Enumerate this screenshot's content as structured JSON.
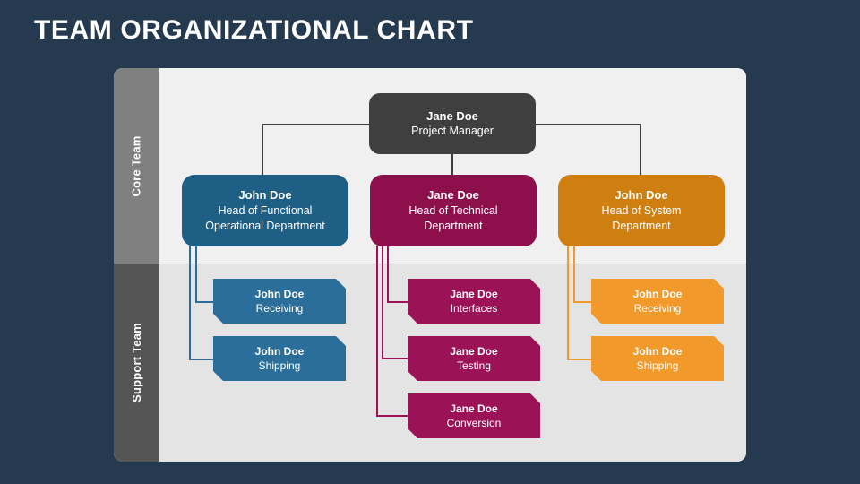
{
  "title": "TEAM ORGANIZATIONAL CHART",
  "colors": {
    "background": "#25394f",
    "panel_core": "#f0f0f0",
    "panel_support": "#e4e4e4",
    "rail_core": "#808080",
    "rail_support": "#555555",
    "top_node": "#3f3f3f",
    "blue": "#1f5f85",
    "blue_sub": "#2a6e99",
    "maroon": "#8d0f4b",
    "maroon_sub": "#9c1257",
    "orange": "#cf7f10",
    "orange_sub": "#f2992b"
  },
  "bands": [
    {
      "label": "Core Team"
    },
    {
      "label": "Support Team"
    }
  ],
  "chart_data": {
    "type": "org-chart",
    "root": {
      "name": "Jane Doe",
      "role": "Project Manager"
    },
    "columns": [
      {
        "head": {
          "name": "John Doe",
          "role_line1": "Head of Functional",
          "role_line2": "Operational Department"
        },
        "children": [
          {
            "name": "John Doe",
            "role": "Receiving"
          },
          {
            "name": "John Doe",
            "role": "Shipping"
          }
        ]
      },
      {
        "head": {
          "name": "Jane Doe",
          "role_line1": "Head of Technical",
          "role_line2": "Department"
        },
        "children": [
          {
            "name": "Jane Doe",
            "role": "Interfaces"
          },
          {
            "name": "Jane Doe",
            "role": "Testing"
          },
          {
            "name": "Jane Doe",
            "role": "Conversion"
          }
        ]
      },
      {
        "head": {
          "name": "John Doe",
          "role_line1": "Head of System",
          "role_line2": "Department"
        },
        "children": [
          {
            "name": "John Doe",
            "role": "Receiving"
          },
          {
            "name": "John Doe",
            "role": "Shipping"
          }
        ]
      }
    ]
  }
}
